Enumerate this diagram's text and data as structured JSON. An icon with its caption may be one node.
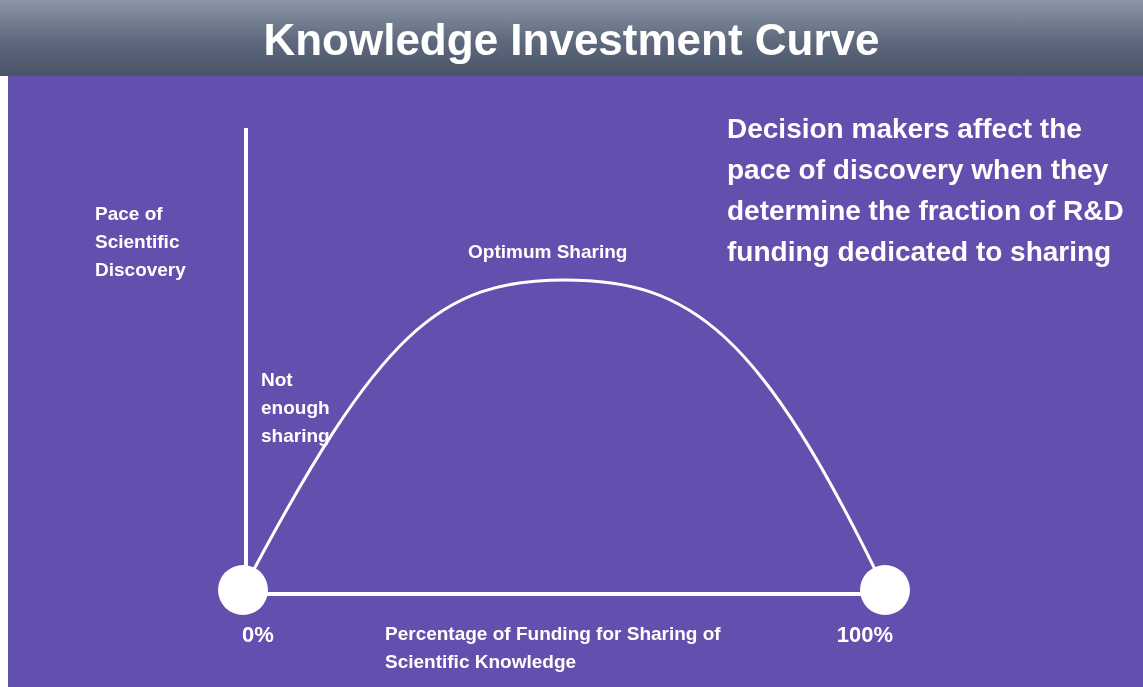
{
  "diagram": {
    "title": "Knowledge Investment Curve",
    "labels": [
      "Decision makers affect the pace of discovery when they determine the fraction of R&D funding dedicated to sharing",
      "Pace of Scientific Discovery",
      "Optimum Sharing",
      "Not enough sharing",
      "0%",
      "Percentage of Funding for Sharing of Scientific Knowledge",
      "100%"
    ]
  }
}
